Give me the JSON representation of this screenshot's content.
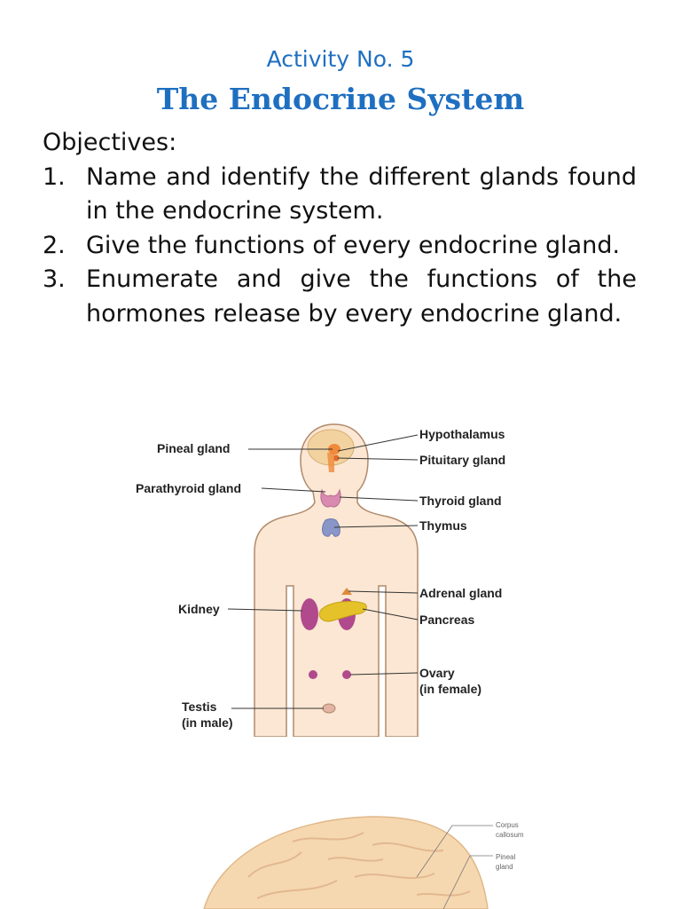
{
  "header": {
    "activity": "Activity No. 5",
    "title": "The Endocrine System"
  },
  "objectives": {
    "heading": "Objectives:",
    "items": [
      {
        "num": "1.",
        "text": "Name and identify the different glands found in the endocrine system."
      },
      {
        "num": "2.",
        "text": "Give the functions of every endocrine gland."
      },
      {
        "num": "3.",
        "text": "Enumerate and give the functions of the hormones release by every endocrine gland."
      }
    ]
  },
  "diagram": {
    "labels": {
      "pineal": "Pineal gland",
      "hypothalamus": "Hypothalamus",
      "pituitary": "Pituitary gland",
      "parathyroid": "Parathyroid gland",
      "thyroid": "Thyroid gland",
      "thymus": "Thymus",
      "adrenal": "Adrenal gland",
      "kidney": "Kidney",
      "pancreas": "Pancreas",
      "ovary": "Ovary",
      "ovary_note": "(in female)",
      "testis": "Testis",
      "testis_note": "(in male)"
    },
    "colors": {
      "skin": "#fbe7d3",
      "outline": "#b08a6c",
      "brain": "#f2d3a0",
      "hypothalamus": "#f08a3a",
      "thyroid": "#d98ab0",
      "thymus": "#8a96c8",
      "kidney": "#b04a8c",
      "pancreas": "#e6c22a"
    }
  },
  "brain_figure": {
    "labels": {
      "corpus": "Corpus",
      "corpus2": "callosum",
      "pineal": "Pineal",
      "pineal2": "gland"
    }
  }
}
